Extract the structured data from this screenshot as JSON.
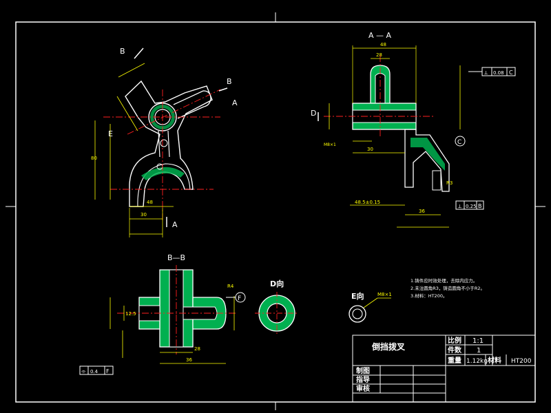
{
  "colors": {
    "background": "#000000",
    "outline": "#ffffff",
    "dimension": "#ffff00",
    "hatch": "#00b050",
    "centerline": "#ff2020",
    "datum": "#00ffff"
  },
  "views": {
    "section_aa": "A — A",
    "section_bb": "B—B",
    "view_d": "D向",
    "view_e": "E向",
    "cut_label_b_top": "B",
    "cut_label_b_right": "B",
    "cut_label_a_right": "A",
    "cut_label_a_bottom": "A",
    "cut_label_d": "D",
    "cut_label_e": "E"
  },
  "tolerances": {
    "frame_symbol": "⟂",
    "frame_value": "0.08",
    "frame_datum": "C",
    "perp_value": "0.25",
    "perp_datum": "B",
    "flat_symbol": "⌯",
    "flat_value": "0.4",
    "flat_datum": "F",
    "datum_c": "C",
    "datum_f": "F"
  },
  "dims": {
    "d1": "48",
    "d2": "30",
    "d3": "80",
    "d4": "48.5±0.15",
    "d5": "36",
    "d6": "28",
    "d7": "R3",
    "d8": "12.5",
    "d9": "R4",
    "d10": "M8×1"
  },
  "notes": {
    "n1": "1.铸件应时效处理，去除内应力。",
    "n2": "2.未注圆角R3，铸造圆角不小于R2。",
    "n3": "3.材料：HT200。"
  },
  "title_block": {
    "part_name": "倒挡拨叉",
    "scale_label": "比例",
    "scale_value": "1:1",
    "count_label": "件数",
    "count_value": "1",
    "drawn_label": "制图",
    "guide_label": "指导",
    "review_label": "审核",
    "weight_label": "重量",
    "weight_value": "1.12kg",
    "material_label": "材料",
    "material_value": "HT200"
  }
}
